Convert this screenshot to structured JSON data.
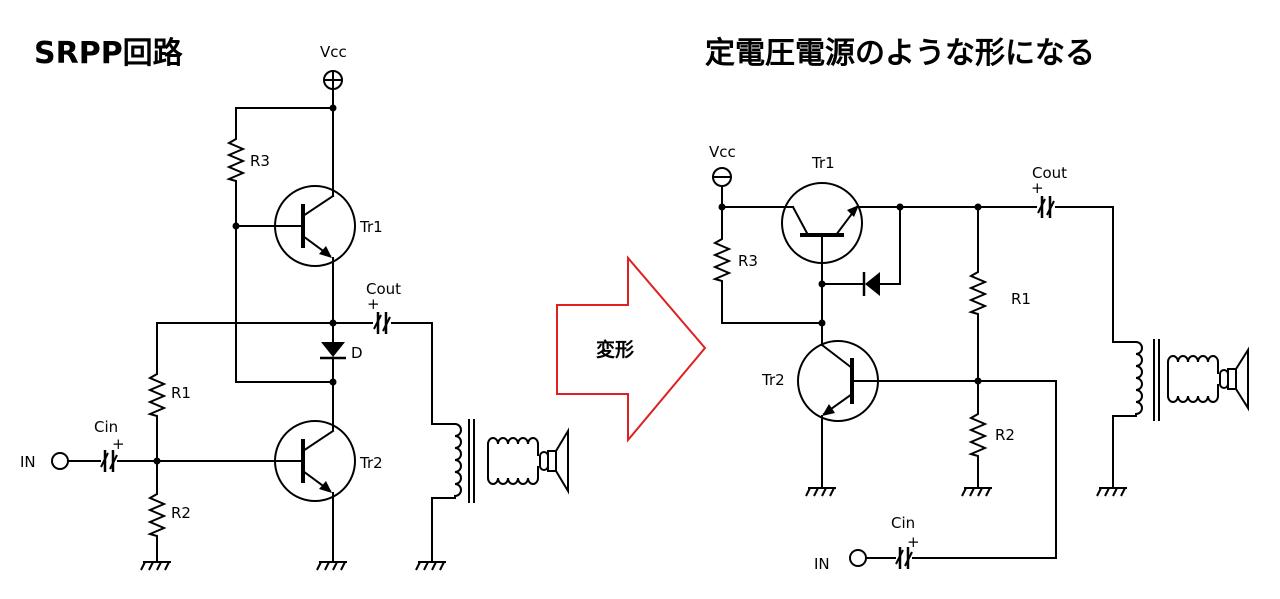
{
  "titles": {
    "left": "SRPP回路",
    "right": "定電圧電源のような形になる"
  },
  "arrow_label": "変形",
  "left_circuit": {
    "vcc": "Vcc",
    "r3": "R3",
    "tr1": "Tr1",
    "cout": "Cout",
    "d": "D",
    "r1": "R1",
    "cin": "Cin",
    "in": "IN",
    "tr2": "Tr2",
    "r2": "R2"
  },
  "right_circuit": {
    "vcc": "Vcc",
    "tr1": "Tr1",
    "cout": "Cout",
    "r3": "R3",
    "r1": "R1",
    "tr2": "Tr2",
    "r2": "R2",
    "cin": "Cin",
    "in": "IN"
  },
  "colors": {
    "arrow": "#e02020",
    "wire": "#000000"
  }
}
